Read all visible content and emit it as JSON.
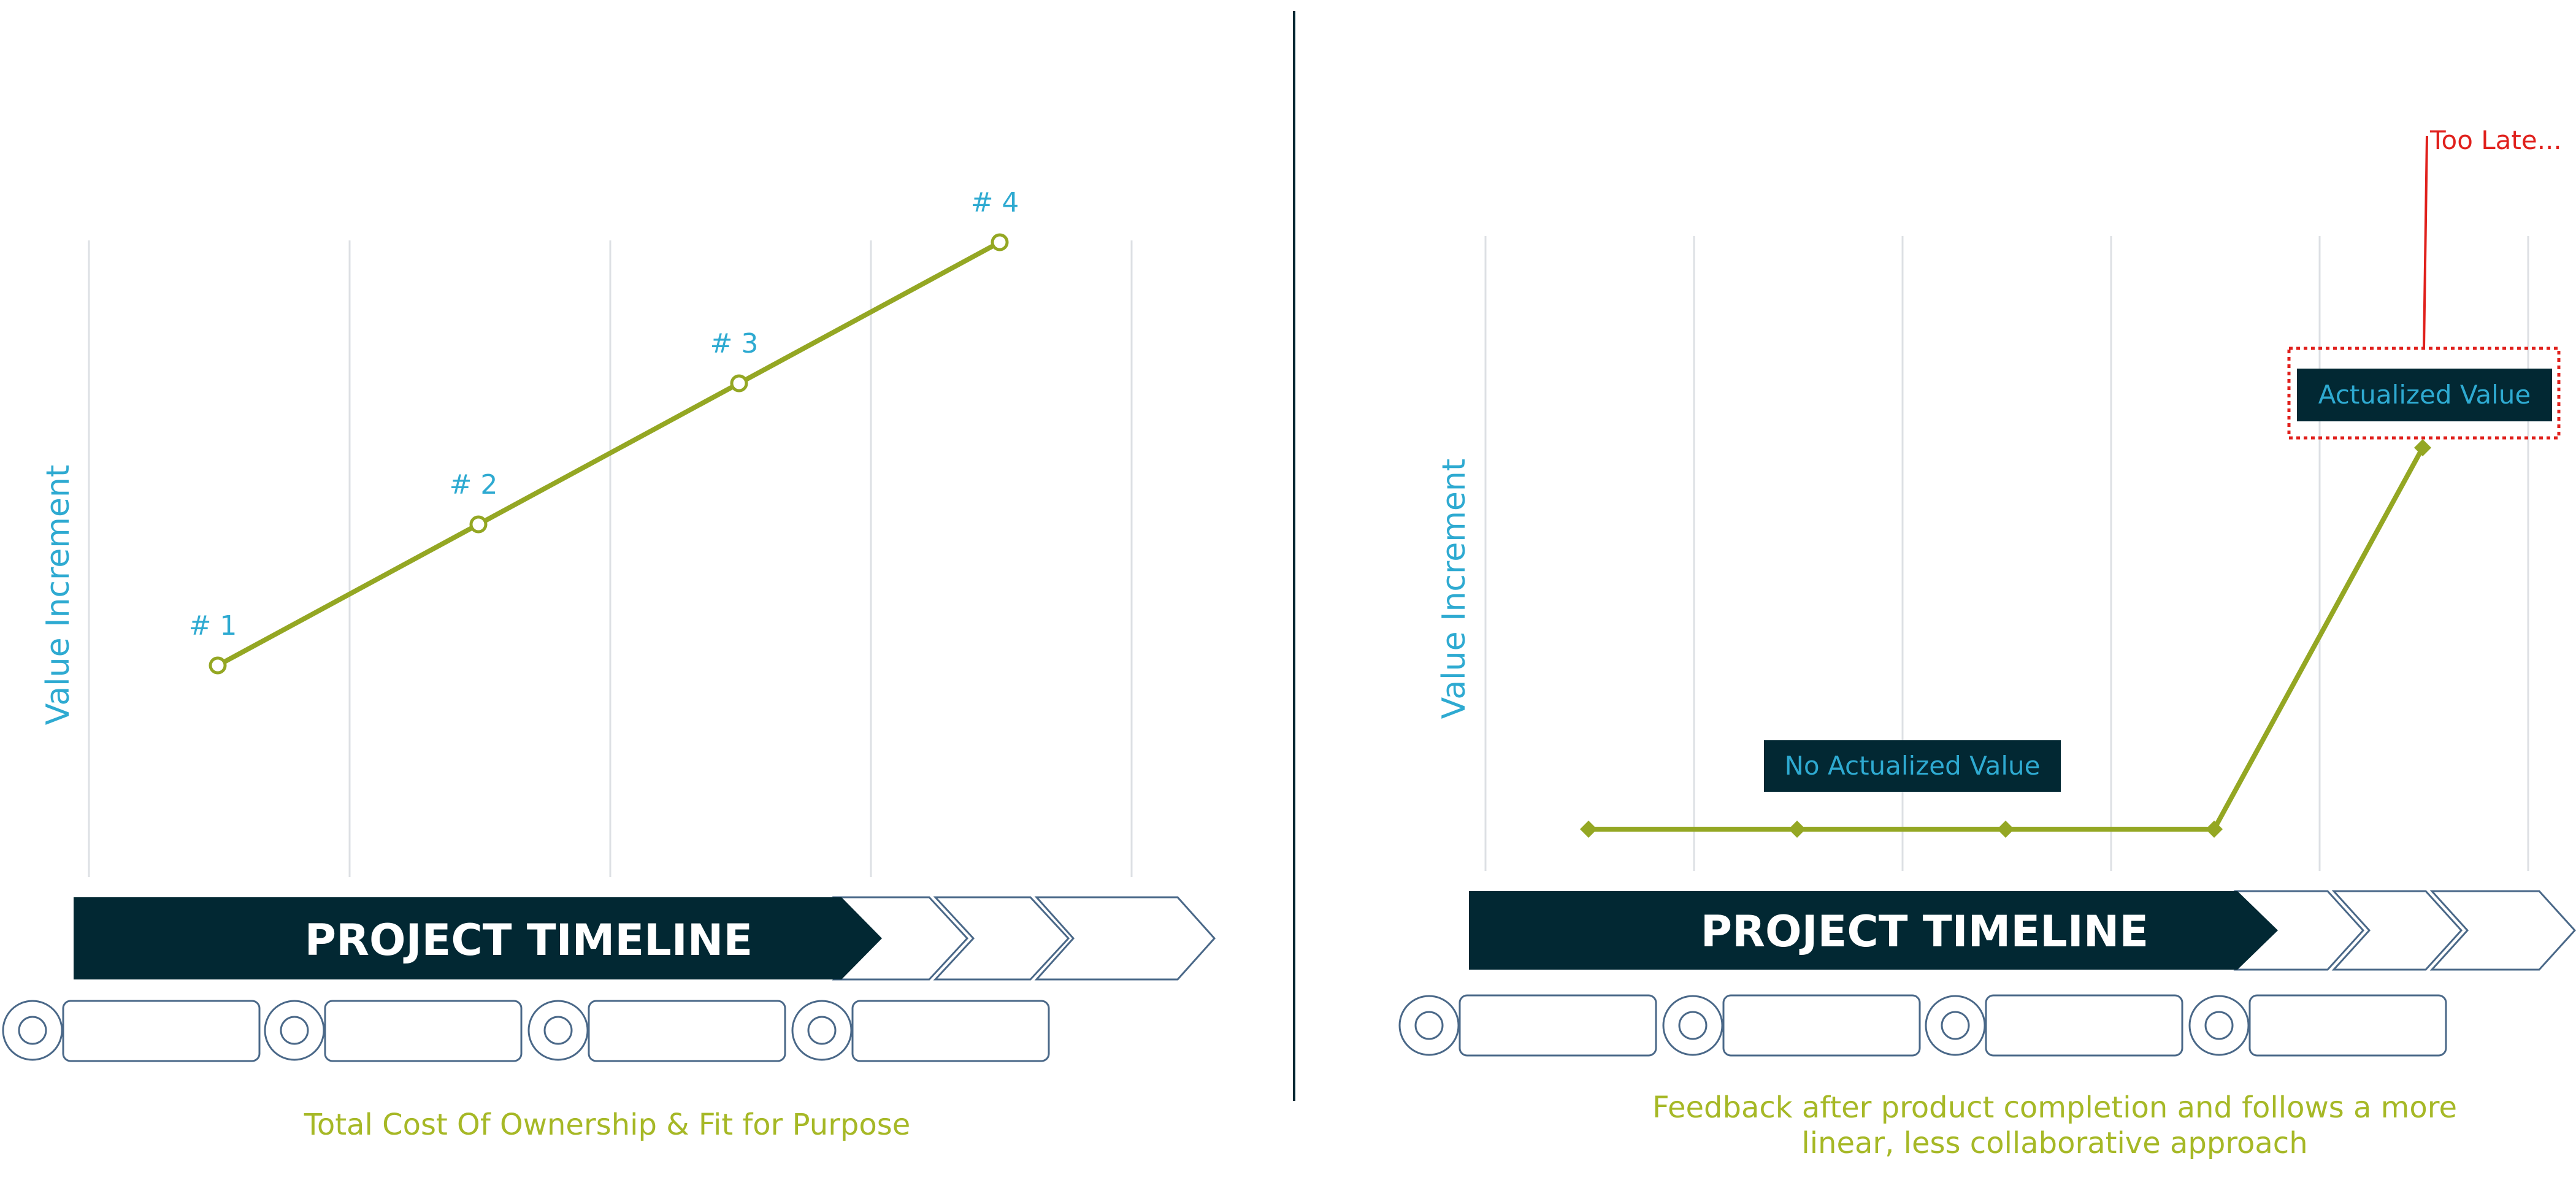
{
  "colors": {
    "navy": "#022833",
    "cyan": "#2eaad1",
    "lime": "#a6b826",
    "olive": "#94a723",
    "grid": "#dde0e4",
    "outline": "#4a6888",
    "alert": "#e0201c"
  },
  "left_panel": {
    "y_axis_label": "Value Increment",
    "timeline_label": "PROJECT TIMELINE",
    "caption": "Total Cost Of Ownership & Fit for Purpose",
    "chart_data": {
      "type": "line",
      "x": [
        1,
        2,
        3,
        4
      ],
      "y": [
        1,
        2,
        3,
        4
      ],
      "point_labels": [
        "# 1",
        "# 2",
        "# 3",
        "# 4"
      ],
      "grid": true
    }
  },
  "right_panel": {
    "y_axis_label": "Value Increment",
    "timeline_label": "PROJECT TIMELINE",
    "caption_lines": [
      "Feedback after product completion and follows a more",
      "linear, less collaborative approach"
    ],
    "no_value_label": "No Actualized Value",
    "actualized_label": "Actualized Value",
    "callout_label": "Too Late...",
    "chart_data": {
      "type": "line",
      "x": [
        1,
        2,
        3,
        4,
        5
      ],
      "y": [
        0,
        0,
        0,
        0,
        1
      ],
      "grid": true
    }
  }
}
